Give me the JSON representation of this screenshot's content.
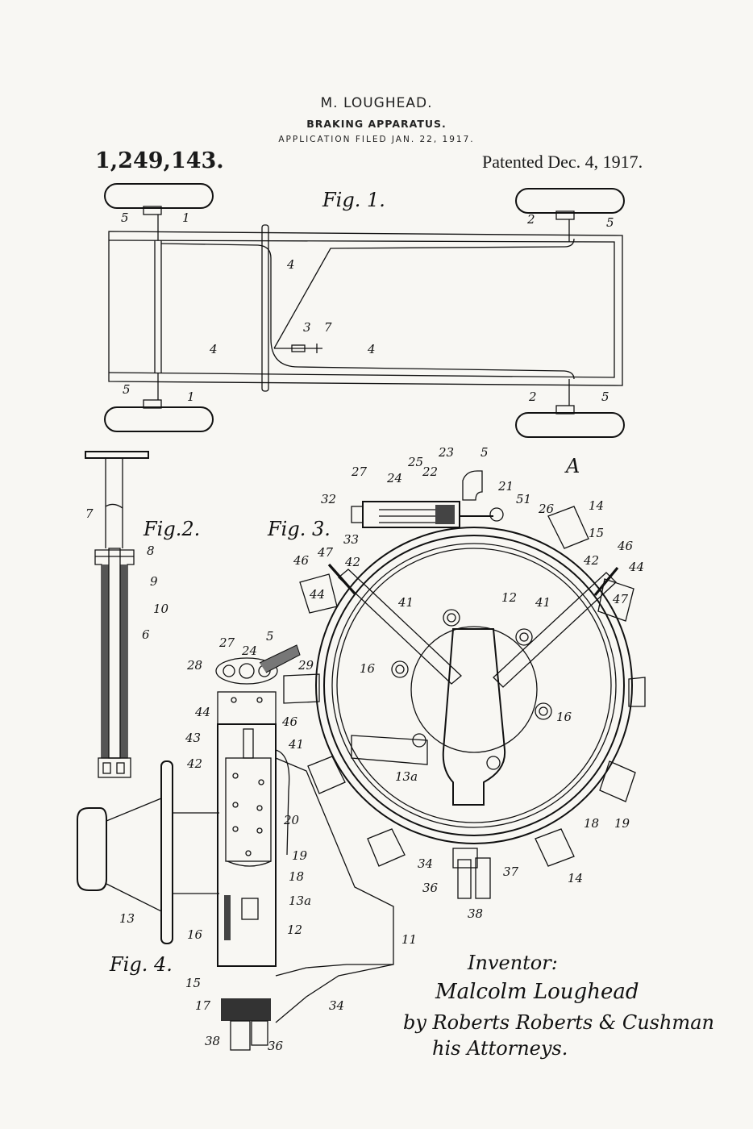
{
  "header": {
    "inventor": "M. LOUGHEAD.",
    "title": "BRAKING APPARATUS.",
    "application": "APPLICATION FILED JAN. 22, 1917.",
    "patent_number": "1,249,143.",
    "patented": "Patented Dec. 4, 1917."
  },
  "figures": {
    "fig1": {
      "label": "Fig. 1.",
      "refs": [
        "1",
        "1",
        "2",
        "2",
        "3",
        "4",
        "4",
        "4",
        "5",
        "5",
        "5",
        "5",
        "7"
      ]
    },
    "fig2": {
      "label": "Fig.2.",
      "refs": [
        "7",
        "8",
        "9",
        "10",
        "6"
      ]
    },
    "fig3": {
      "label": "Fig. 3.",
      "view_letter": "A",
      "refs": [
        "27",
        "25",
        "23",
        "5",
        "24",
        "22",
        "32",
        "21",
        "51",
        "26",
        "14",
        "15",
        "33",
        "46",
        "47",
        "42",
        "44",
        "42",
        "46",
        "44",
        "47",
        "41",
        "12",
        "41",
        "16",
        "16",
        "13a",
        "18",
        "19",
        "34",
        "37",
        "14",
        "36",
        "38"
      ]
    },
    "fig4": {
      "label": "Fig. 4.",
      "refs": [
        "27",
        "24",
        "5",
        "28",
        "29",
        "44",
        "46",
        "43",
        "41",
        "42",
        "20",
        "19",
        "18",
        "13a",
        "12",
        "13",
        "16",
        "11",
        "15",
        "17",
        "34",
        "38",
        "36"
      ]
    }
  },
  "signature": {
    "inventor_label": "Inventor:",
    "inventor_name": "Malcolm Loughead",
    "by_line": "by Roberts Roberts & Cushman",
    "attorneys": "his Attorneys."
  }
}
